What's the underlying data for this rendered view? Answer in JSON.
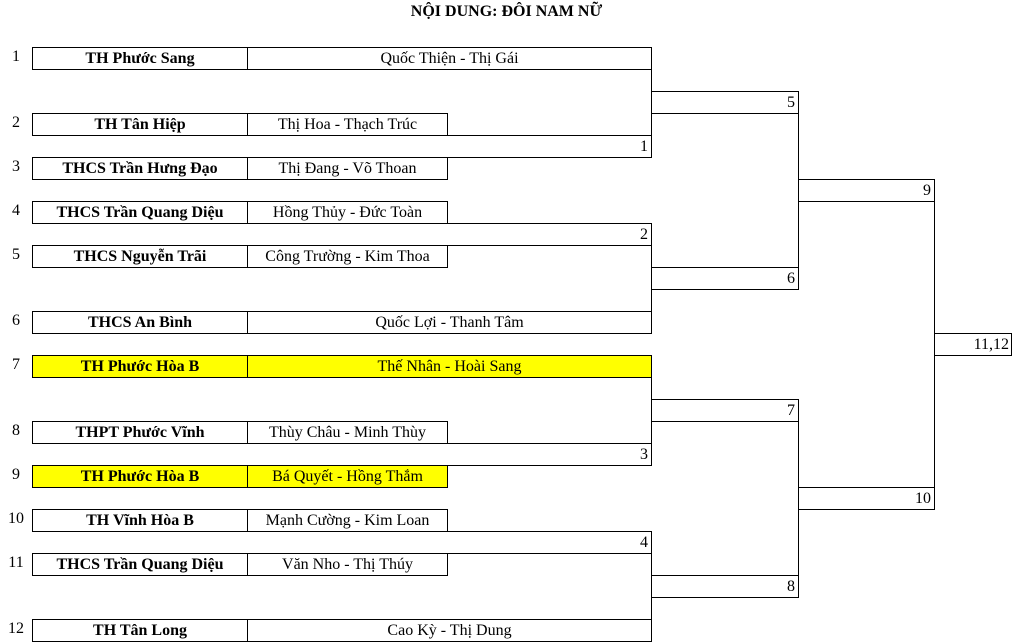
{
  "title": "NỘI DUNG: ĐÔI NAM NỮ",
  "entries": [
    {
      "num": "1",
      "school": "TH Phước Sang",
      "players": "Quốc Thiện - Thị Gái"
    },
    {
      "num": "2",
      "school": "TH Tân Hiệp",
      "players": "Thị Hoa - Thạch Trúc"
    },
    {
      "num": "3",
      "school": "THCS Trần Hưng Đạo",
      "players": "Thị Đang - Võ Thoan"
    },
    {
      "num": "4",
      "school": "THCS Trần Quang Diệu",
      "players": "Hồng Thủy - Đức Toàn"
    },
    {
      "num": "5",
      "school": "THCS Nguyễn Trãi",
      "players": "Công Trường - Kim Thoa"
    },
    {
      "num": "6",
      "school": "THCS An Bình",
      "players": "Quốc Lợi - Thanh Tâm"
    },
    {
      "num": "7",
      "school": "TH Phước Hòa B",
      "players": "Thế Nhân - Hoài Sang"
    },
    {
      "num": "8",
      "school": "THPT Phước Vĩnh",
      "players": "Thùy Châu - Minh Thùy"
    },
    {
      "num": "9",
      "school": "TH Phước Hòa B",
      "players": "Bá Quyết - Hồng Thắm"
    },
    {
      "num": "10",
      "school": "TH Vĩnh Hòa B",
      "players": "Mạnh Cường - Kim Loan"
    },
    {
      "num": "11",
      "school": "THCS Trần Quang Diệu",
      "players": "Văn Nho - Thị Thúy"
    },
    {
      "num": "12",
      "school": "TH Tân Long",
      "players": "Cao Kỳ - Thị Dung"
    }
  ],
  "matches": {
    "m1": "1",
    "m2": "2",
    "m3": "3",
    "m4": "4",
    "m5": "5",
    "m6": "6",
    "m7": "7",
    "m8": "8",
    "m9": "9",
    "m10": "10",
    "final": "11,12"
  },
  "highlight_color": "#ffff00"
}
